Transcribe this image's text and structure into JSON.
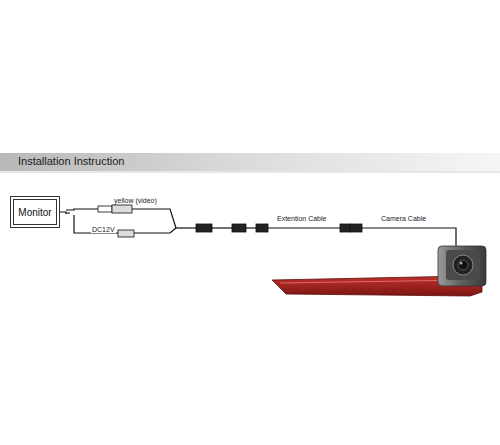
{
  "diagram": {
    "title": "Installation Instruction",
    "nodes": [
      {
        "text": [
          "Monitor"
        ]
      }
    ],
    "labels": [
      "yellow (video)",
      "DC12V",
      "Extention Cable",
      "Camera Cable"
    ]
  }
}
